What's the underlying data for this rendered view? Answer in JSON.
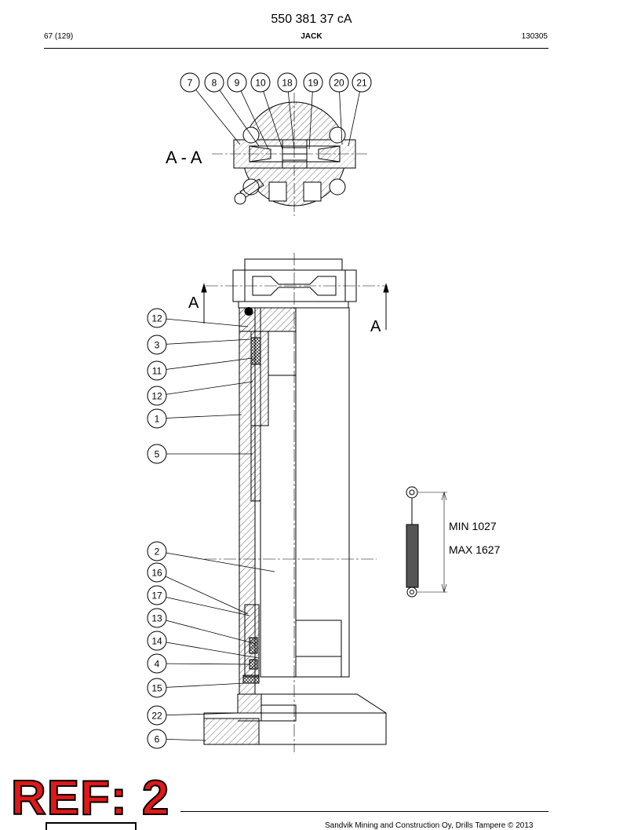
{
  "header": {
    "doc_number": "550 381 37 cA",
    "page": "67 (129)",
    "title": "JACK",
    "code": "130305"
  },
  "footer": {
    "text": "Sandvik Mining and Construction Oy, Drills Tampere © 2013"
  },
  "stamp": {
    "text": "REF: 2"
  },
  "section": {
    "label": "A - A",
    "marker_left": "A",
    "marker_right": "A"
  },
  "top_callouts": [
    "7",
    "8",
    "9",
    "10",
    "18",
    "19",
    "20",
    "21"
  ],
  "side_callouts": [
    "12",
    "3",
    "11",
    "12",
    "1",
    "5",
    "2",
    "16",
    "17",
    "13",
    "14",
    "4",
    "15",
    "22",
    "6"
  ],
  "stroke": {
    "min_label": "MIN 1027",
    "max_label": "MAX 1627"
  },
  "colors": {
    "line": "#000000",
    "stamp_red": "#e01818",
    "rod_fill": "#555555"
  }
}
